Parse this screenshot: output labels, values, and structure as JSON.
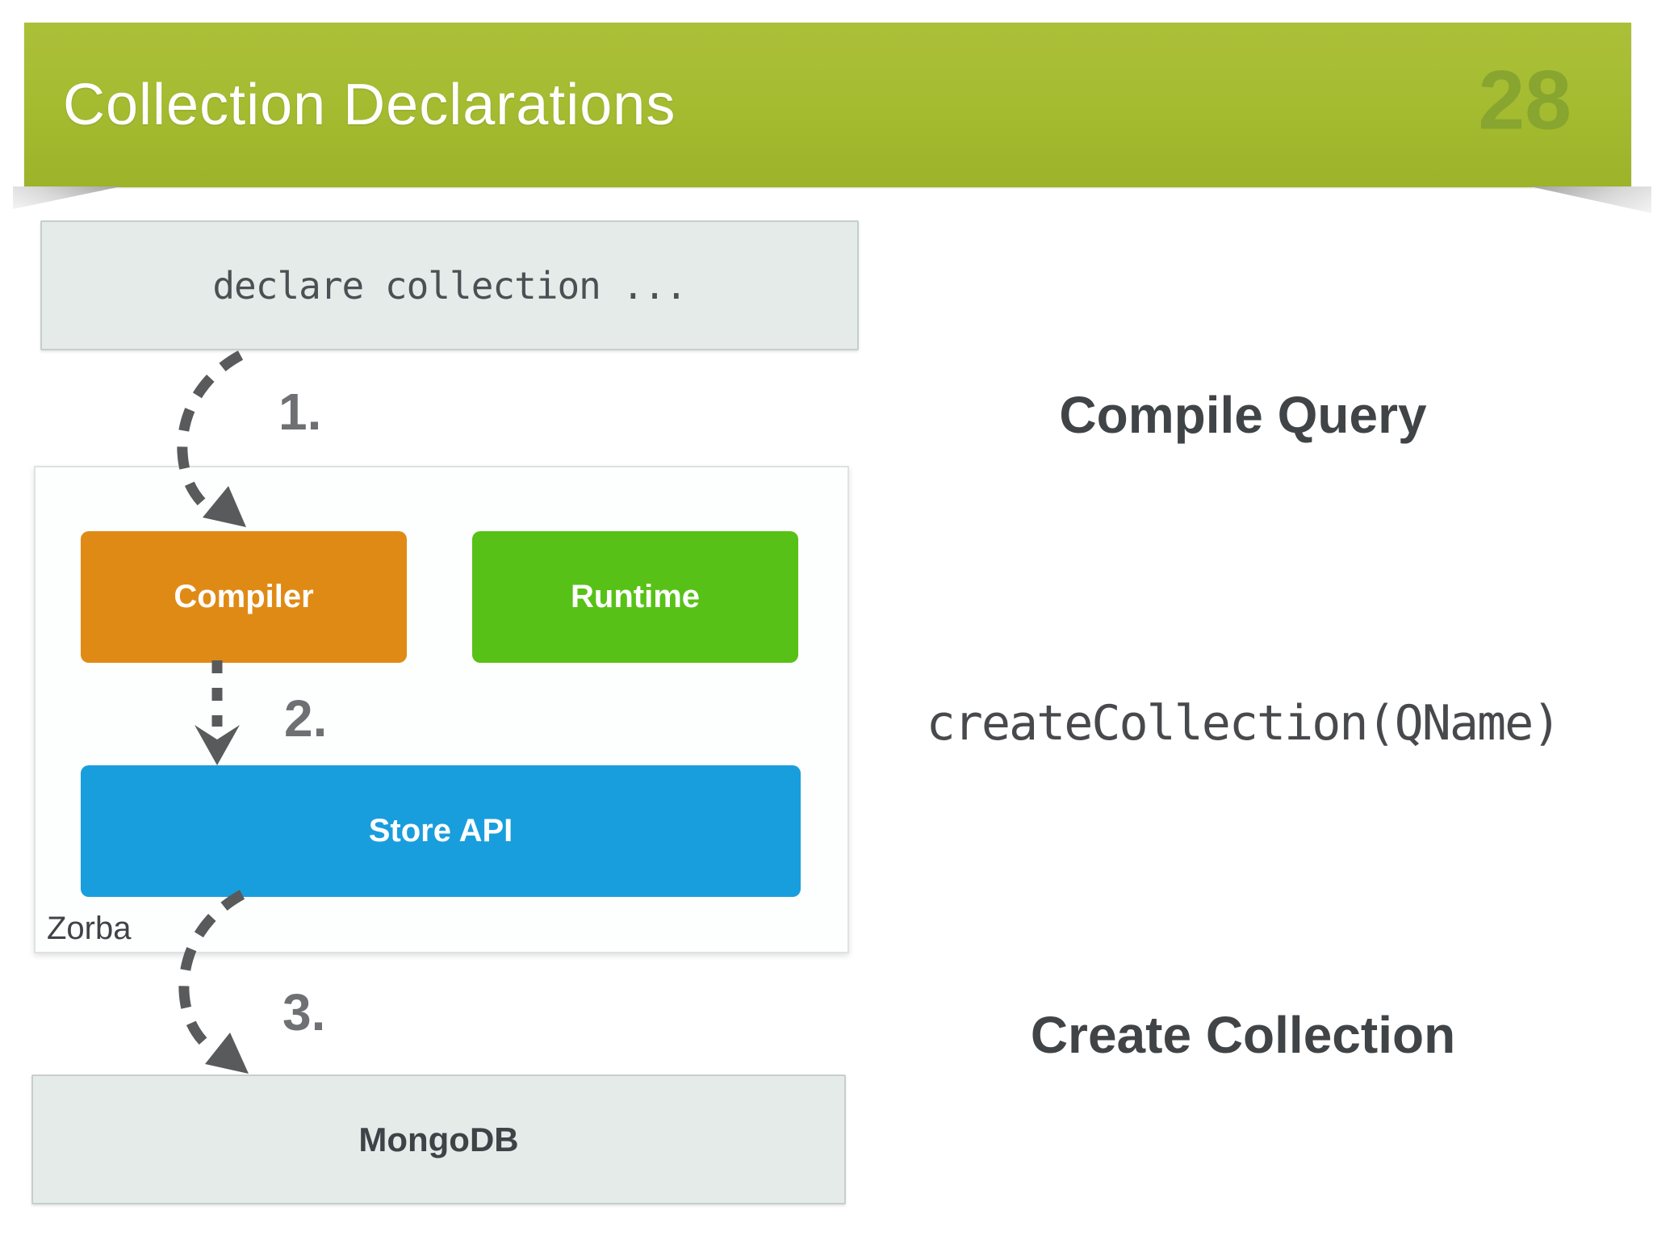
{
  "slide": {
    "title": "Collection Declarations",
    "page_number": "28"
  },
  "flow": {
    "declare_text": "declare collection ...",
    "zorba_label": "Zorba",
    "compiler_label": "Compiler",
    "runtime_label": "Runtime",
    "store_api_label": "Store API",
    "mongodb_label": "MongoDB"
  },
  "steps": [
    {
      "number": "1.",
      "annotation": "Compile Query"
    },
    {
      "number": "2.",
      "annotation": "createCollection(QName)"
    },
    {
      "number": "3.",
      "annotation": "Create Collection"
    }
  ],
  "colors": {
    "banner_green": "#a4bb30",
    "page_number_green": "#87a52f",
    "compiler_orange": "#e08a16",
    "runtime_green": "#58c117",
    "store_api_blue": "#199edd",
    "light_box_bg": "#e5ebe8",
    "arrow_gray": "#595a5c",
    "dark_text": "#404447"
  }
}
